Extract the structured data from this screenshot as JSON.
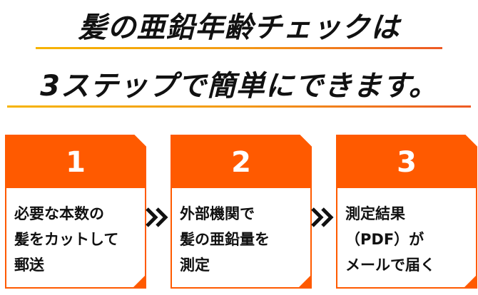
{
  "headline": {
    "line1": "髪の亜鉛年齢チェックは",
    "line2": "3ステップで簡単にできます。"
  },
  "colors": {
    "accent": "#ff5a00",
    "border": "#ff5a00",
    "underline_start": "#f6b400",
    "underline_end": "#ee5a24",
    "text": "#111111"
  },
  "steps": [
    {
      "number": "1",
      "lines": [
        "必要な本数の",
        "髪をカットして",
        "郵送"
      ]
    },
    {
      "number": "2",
      "lines": [
        "外部機関で",
        "髪の亜鉛量を",
        "測定"
      ]
    },
    {
      "number": "3",
      "lines": [
        "測定結果",
        "（PDF）が",
        "メールで届く"
      ]
    }
  ],
  "arrow_icon": "double-chevron-right-icon"
}
